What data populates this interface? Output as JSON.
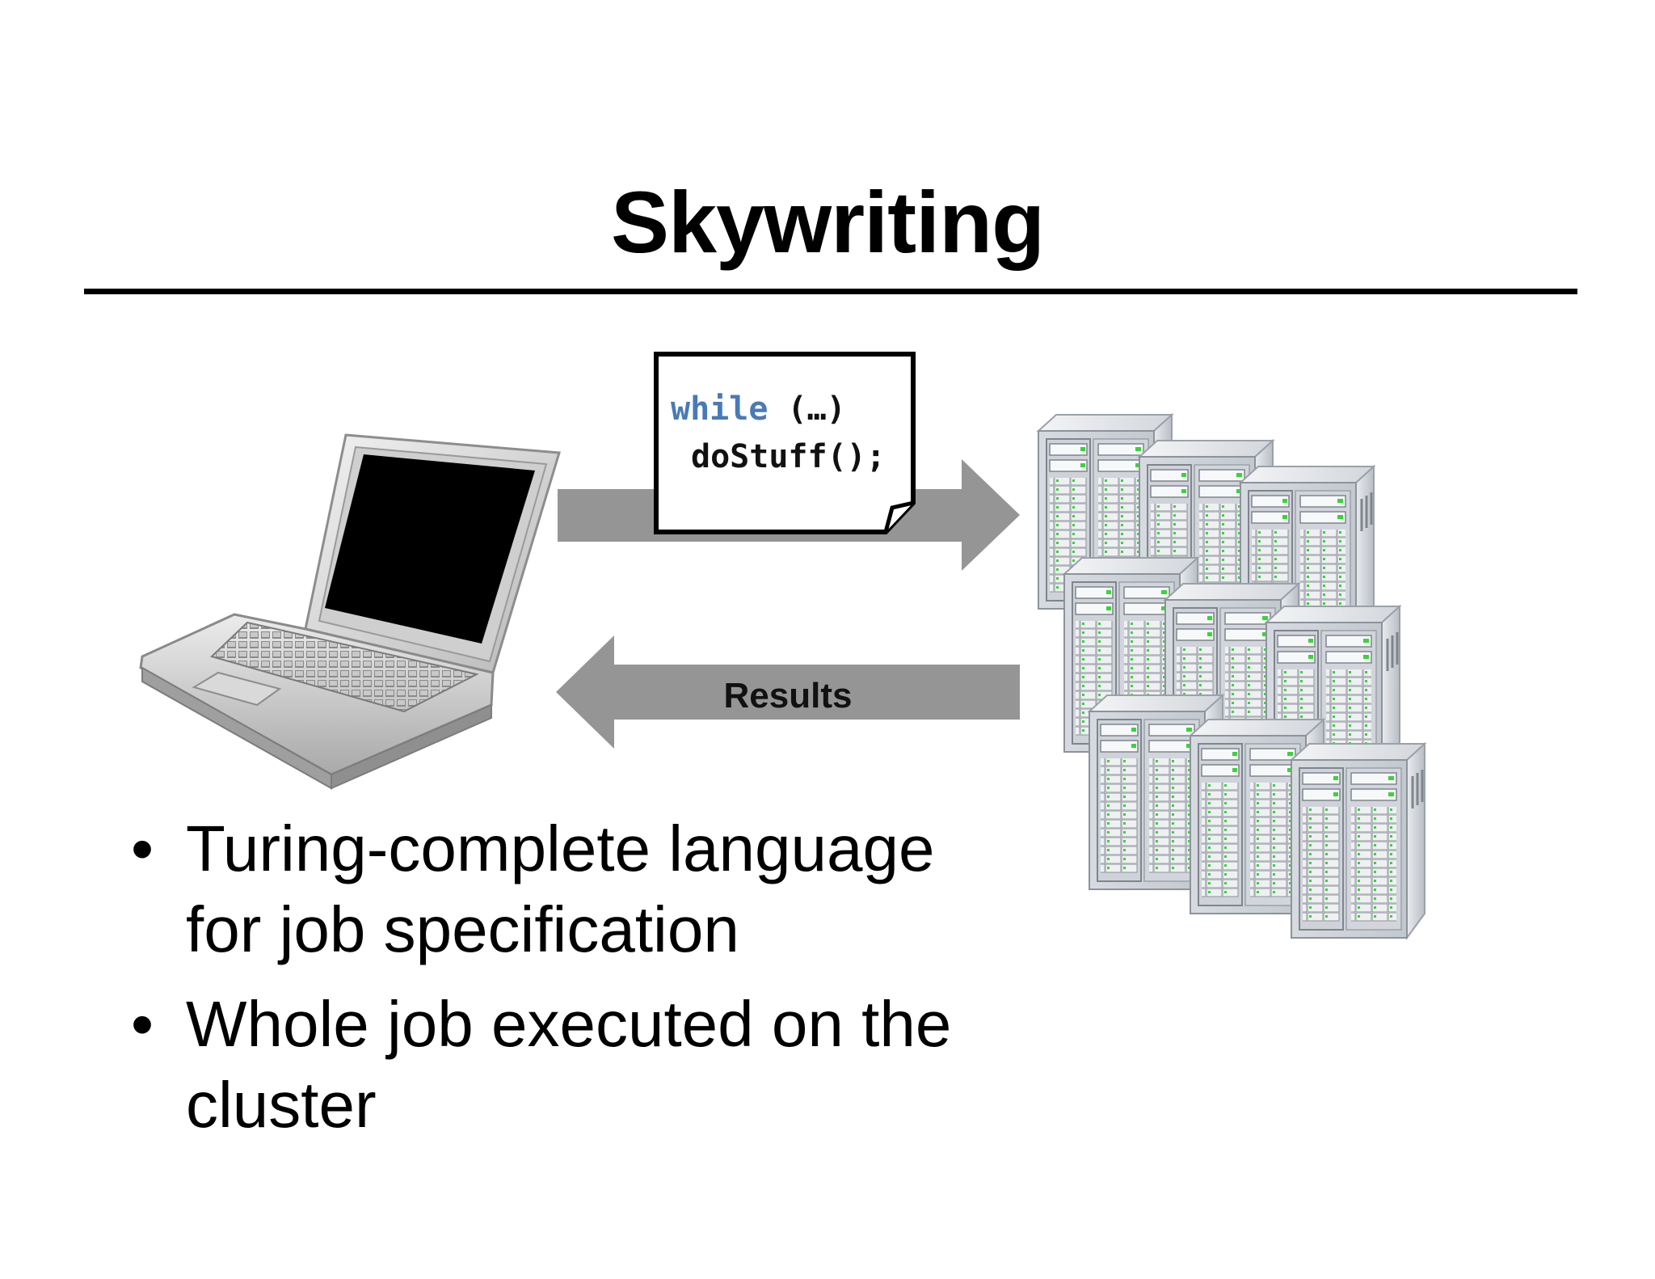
{
  "slide": {
    "title": "Skywriting",
    "code": {
      "keyword": "while",
      "keyword_rest": " (…)",
      "line2": "doStuff();"
    },
    "results_label": "Results",
    "bullets": [
      {
        "marker": "•",
        "text_lines": [
          "Turing-complete language",
          "for job specification"
        ]
      },
      {
        "marker": "•",
        "text_lines": [
          "Whole job executed on the",
          "cluster"
        ]
      }
    ]
  },
  "colors": {
    "arrow": "#959595",
    "keyword": "#4a7ab6",
    "text": "#000000",
    "background": "#ffffff",
    "server_body": "#d8dbe0",
    "server_led": "#39d43a"
  },
  "icons": [
    "laptop-icon",
    "server-cluster-icon",
    "code-document-icon"
  ]
}
